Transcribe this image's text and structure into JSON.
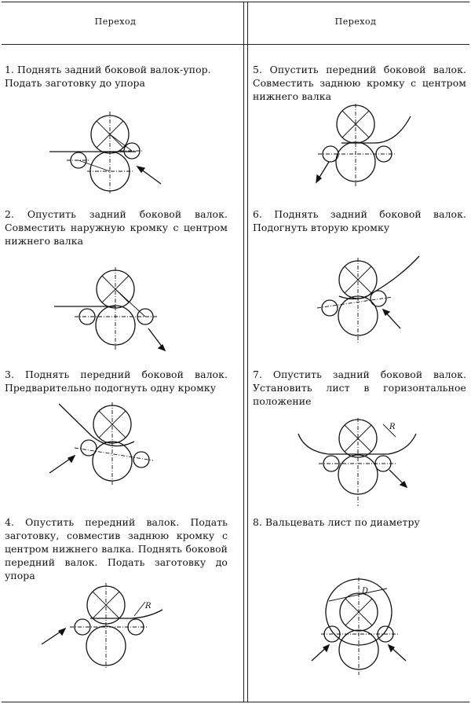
{
  "header": {
    "col_left": "Переход",
    "col_right": "Переход"
  },
  "steps": [
    {
      "text": "1. Поднять задний боковой валок-упор.\nПодать заготовку до упора"
    },
    {
      "text": "2. Опустить задний боковой валок. Совместить наружную кромку с центром нижнего валка"
    },
    {
      "text": "3. Поднять передний боковой валок. Предварительно подогнуть одну кромку"
    },
    {
      "text": "4. Опустить передний валок. Подать заготовку, совместив заднюю кромку с центром нижнего валка. Поднять боковой передний валок. Подать заготовку до упора"
    },
    {
      "text": "5. Опустить передний боковой валок. Совместить заднюю кромку с центром нижнего валка"
    },
    {
      "text": "6. Поднять задний боковой валок. Подогнуть вторую кромку"
    },
    {
      "text": "7. Опустить задний боковой валок. Установить лист в горизонтальное положение"
    },
    {
      "text": "8. Вальцевать лист по диаметру"
    }
  ],
  "labels": {
    "radius": "R",
    "diameter": "D"
  }
}
